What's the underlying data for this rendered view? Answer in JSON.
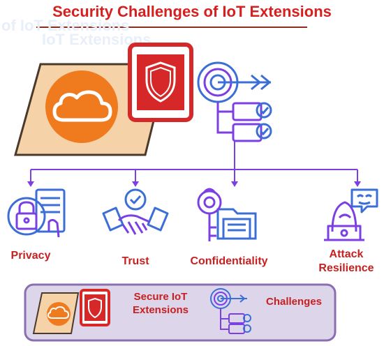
{
  "title": "Security Challenges of IoT Extensions",
  "ghost_text": [
    "of IoT Extensions",
    "IoT Extensions"
  ],
  "categories": [
    {
      "label": "Privacy",
      "icon": "privacy-lock-icon"
    },
    {
      "label": "Trust",
      "icon": "handshake-icon"
    },
    {
      "label": "Confidentiality",
      "icon": "key-folder-icon"
    },
    {
      "label": "Attack Resilience",
      "icon": "hacker-icon"
    }
  ],
  "legend": {
    "secure_label": "Secure IoT Extensions",
    "challenges_label": "Challenges"
  },
  "colors": {
    "title": "#d61f1f",
    "label": "#c62020",
    "accent_purple": "#7b3fe4",
    "blue": "#3b6fd6",
    "orange": "#f07b1e",
    "red_shield": "#d62828",
    "panel_fill": "#f6d2a8",
    "legend_fill": "#ddd5ea",
    "legend_border": "#8a6fb0"
  }
}
